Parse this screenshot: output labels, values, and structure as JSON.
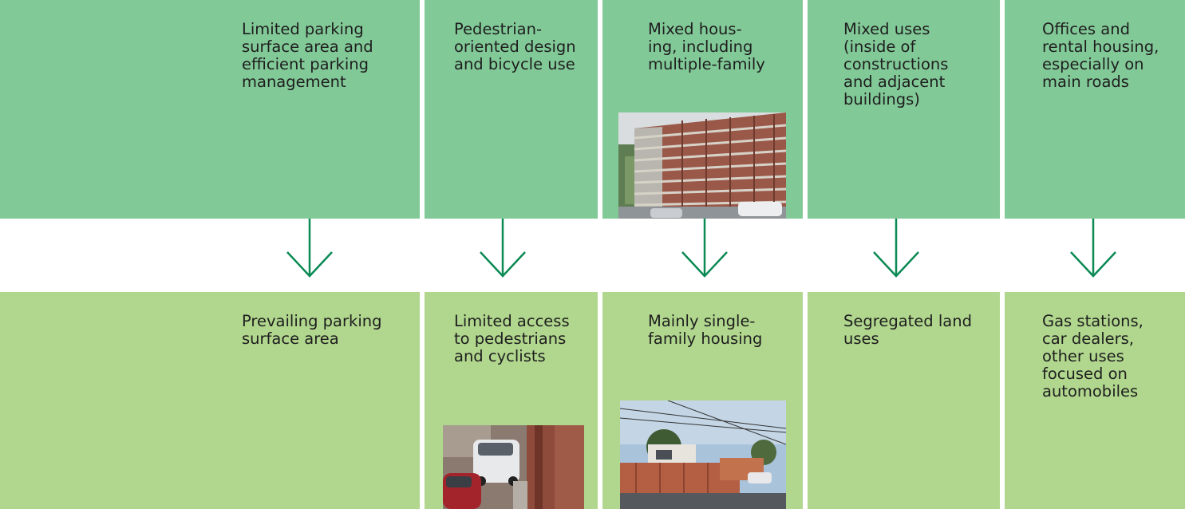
{
  "colors": {
    "top_row": "#82c998",
    "bottom_row": "#b1d78e",
    "arrow": "#0b8a55",
    "text": "#1e1e1e"
  },
  "top": [
    "Limited parking\nsurface area and\nefficient parking\nmanagement",
    "Pedestrian-\noriented design\nand bicycle use",
    "Mixed hous-\ning, including\nmultiple-family",
    "Mixed uses\n(inside of\nconstructions\nand adjacent\nbuildings)",
    "Offices and\nrental housing,\nespecially on\nmain roads"
  ],
  "bottom": [
    "Prevailing parking\nsurface area",
    "Limited access\nto pedestrians\nand cyclists",
    "Mainly single-\nfamily housing",
    "Segregated land\nuses",
    "Gas stations,\ncar dealers,\nother uses\nfocused on\nautomobiles"
  ]
}
